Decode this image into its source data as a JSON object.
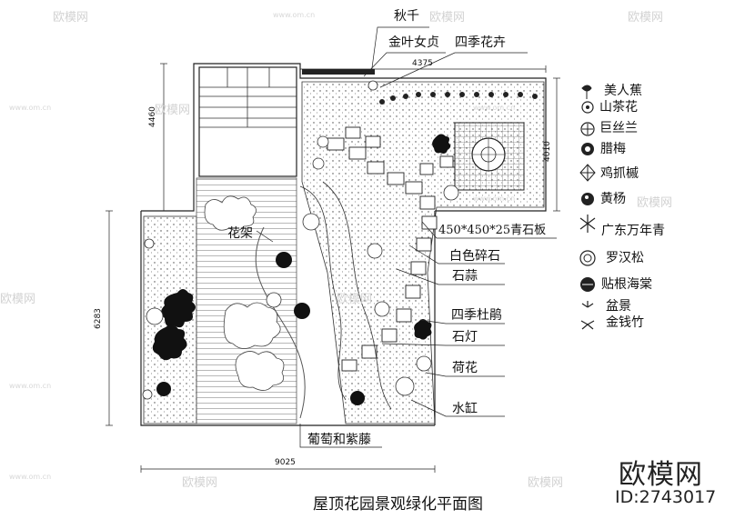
{
  "title": "屋顶花园景观绿化平面图",
  "labels": {
    "swing": "秋千",
    "privet": "金叶女贞",
    "flowers": "四季花卉",
    "trellis": "花架",
    "slab": "450*450*25青石板",
    "gravel": "白色碎石",
    "garlic": "石蒜",
    "azalea": "四季杜鹃",
    "lamp": "石灯",
    "lotus": "荷花",
    "tank": "水缸",
    "vine": "葡萄和紫藤"
  },
  "dimensions": {
    "top": "4375",
    "left_upper": "4460",
    "left_lower": "6283",
    "right": "4010",
    "bottom": "9025"
  },
  "legend": [
    {
      "name": "美人蕉",
      "icon": "canna-icon"
    },
    {
      "name": "山茶花",
      "icon": "camellia-icon"
    },
    {
      "name": "巨丝兰",
      "icon": "yucca-icon"
    },
    {
      "name": "腊梅",
      "icon": "wintersweet-icon"
    },
    {
      "name": "鸡抓槭",
      "icon": "maple-icon"
    },
    {
      "name": "黄杨",
      "icon": "boxwood-icon"
    },
    {
      "name": "广东万年青",
      "icon": "aglaonema-icon"
    },
    {
      "name": "罗汉松",
      "icon": "podocarpus-icon"
    },
    {
      "name": "贴根海棠",
      "icon": "begonia-icon"
    },
    {
      "name": "盆景",
      "icon": "bonsai-icon"
    },
    {
      "name": "金钱竹",
      "icon": "bamboo-icon"
    }
  ],
  "watermark": {
    "text": "欧模网",
    "url": "www.om.cn"
  },
  "brand": {
    "name": "欧模网",
    "id": "ID:2743017"
  }
}
